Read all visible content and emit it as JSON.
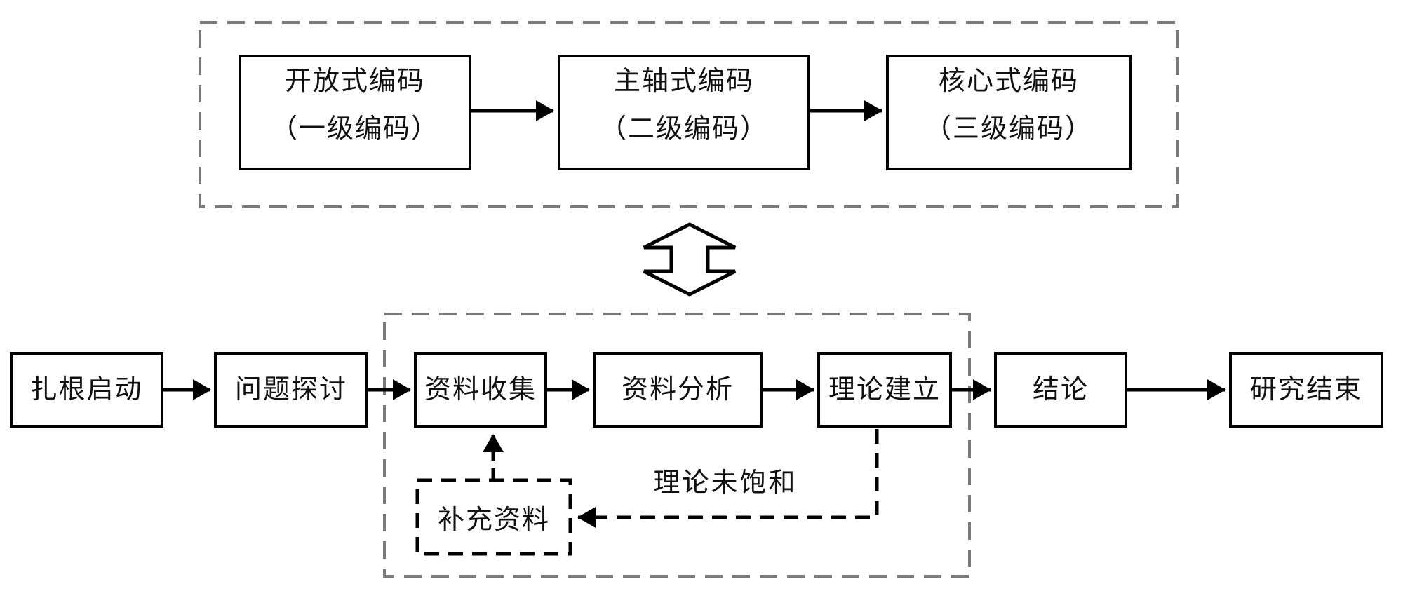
{
  "diagram": {
    "title_hint": "grounded-theory-research-process-flowchart",
    "coding_section": {
      "boxes": [
        {
          "title": "开放式编码",
          "subtitle": "（一级编码）"
        },
        {
          "title": "主轴式编码",
          "subtitle": "（二级编码）"
        },
        {
          "title": "核心式编码",
          "subtitle": "（三级编码）"
        }
      ]
    },
    "process_flow": {
      "steps": [
        "扎根启动",
        "问题探讨",
        "资料收集",
        "资料分析",
        "理论建立",
        "结论",
        "研究结束"
      ]
    },
    "feedback_loop": {
      "supplement_label": "补充资料",
      "condition_label": "理论未饱和"
    },
    "colors": {
      "line": "#000000",
      "container_dash": "#7a7a7a",
      "background": "#ffffff"
    }
  }
}
